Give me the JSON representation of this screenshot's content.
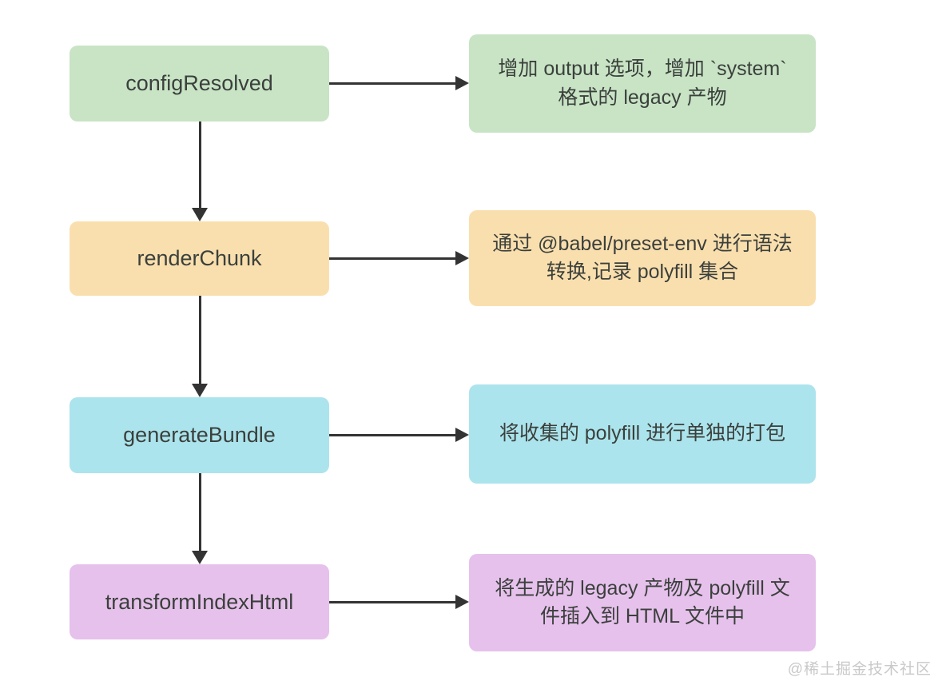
{
  "diagram": {
    "title_semantic": "vite-legacy-plugin-hooks-flow",
    "arrow_color": "#333333",
    "text_color": "#3b403c",
    "rows": [
      {
        "hook": "configResolved",
        "desc": "增加 output 选项，增加 `system` 格式的 legacy 产物",
        "bg": "#c8e4c5"
      },
      {
        "hook": "renderChunk",
        "desc": "通过 @babel/preset-env 进行语法转换,记录 polyfill 集合",
        "bg": "#fadfae"
      },
      {
        "hook": "generateBundle",
        "desc": "将收集的 polyfill 进行单独的打包",
        "bg": "#ace4ed"
      },
      {
        "hook": "transformIndexHtml",
        "desc": "将生成的 legacy 产物及 polyfill 文件插入到 HTML 文件中",
        "bg": "#e6c1ec"
      }
    ]
  },
  "watermark": "@稀土掘金技术社区"
}
